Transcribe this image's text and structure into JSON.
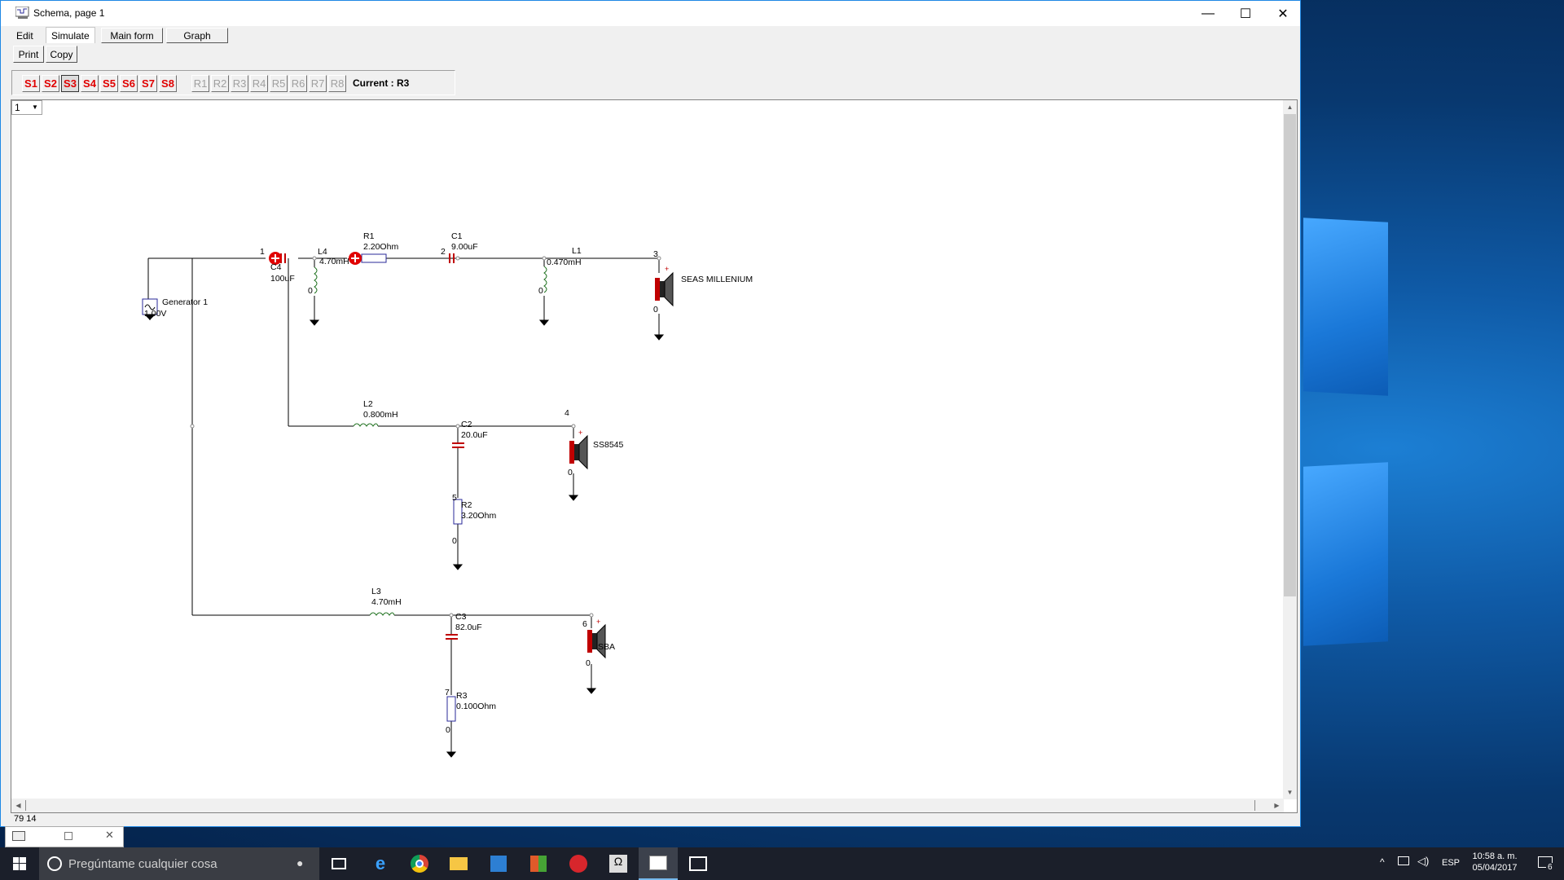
{
  "window": {
    "title": "Schema, page 1",
    "minimize_glyph": "—",
    "maximize_glyph": "☐",
    "close_glyph": "✕"
  },
  "menu": {
    "items": [
      "Edit",
      "Simulate"
    ],
    "tabs": [
      "Main form",
      "Graph"
    ]
  },
  "toolbar": {
    "print_label": "Print",
    "copy_label": "Copy"
  },
  "slots": {
    "s": [
      "S1",
      "S2",
      "S3",
      "S4",
      "S5",
      "S6",
      "S7",
      "S8"
    ],
    "r": [
      "R1",
      "R2",
      "R3",
      "R4",
      "R5",
      "R6",
      "R7",
      "R8"
    ],
    "active": "S3",
    "current_label": "Current : R3"
  },
  "page_select": {
    "value": "1"
  },
  "schematic": {
    "generator": {
      "name": "Generator 1",
      "value": "1.00V"
    },
    "nodes": [
      "1",
      "2",
      "3",
      "4",
      "5",
      "6",
      "7"
    ],
    "ground_labels": [
      "0",
      "0",
      "0",
      "0",
      "0",
      "0",
      "0"
    ],
    "components": {
      "C4": {
        "name": "C4",
        "value": "100uF"
      },
      "L4": {
        "name": "L4",
        "value": "4.70mH"
      },
      "R1": {
        "name": "R1",
        "value": "2.20Ohm"
      },
      "C1": {
        "name": "C1",
        "value": "9.00uF"
      },
      "L1": {
        "name": "L1",
        "value": "0.470mH"
      },
      "L2": {
        "name": "L2",
        "value": "0.800mH"
      },
      "C2": {
        "name": "C2",
        "value": "20.0uF"
      },
      "R2": {
        "name": "R2",
        "value": "3.20Ohm"
      },
      "L3": {
        "name": "L3",
        "value": "4.70mH"
      },
      "C3": {
        "name": "C3",
        "value": "82.0uF"
      },
      "R3": {
        "name": "R3",
        "value": "0.100Ohm"
      }
    },
    "speakers": [
      "SEAS MILLENIUM",
      "SS8545",
      "SBA"
    ]
  },
  "status": {
    "coords": "79  14"
  },
  "taskbar": {
    "search_placeholder": "Pregúntame cualquier cosa",
    "language": "ESP",
    "time": "10:58 a. m.",
    "date": "05/04/2017",
    "notification_count": "6"
  },
  "colors": {
    "slot_red": "#e00000",
    "selection_red": "#e00000",
    "capacitor_red": "#c00000",
    "component_blue": "#2a2a9a",
    "inductor_green": "#1a6e1a",
    "window_border": "#1e88e5"
  }
}
